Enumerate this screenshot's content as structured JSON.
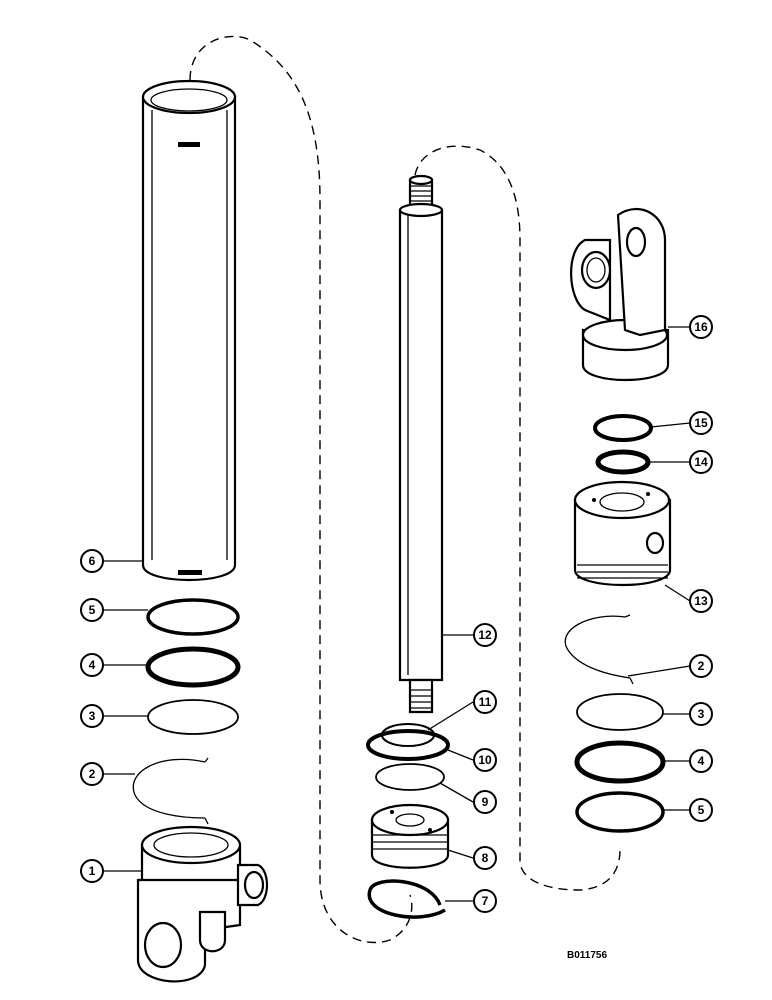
{
  "figure_code": "B011756",
  "callouts": [
    {
      "id": "c1",
      "label": "1"
    },
    {
      "id": "c2a",
      "label": "2"
    },
    {
      "id": "c3a",
      "label": "3"
    },
    {
      "id": "c4a",
      "label": "4"
    },
    {
      "id": "c5a",
      "label": "5"
    },
    {
      "id": "c6",
      "label": "6"
    },
    {
      "id": "c7",
      "label": "7"
    },
    {
      "id": "c8",
      "label": "8"
    },
    {
      "id": "c9",
      "label": "9"
    },
    {
      "id": "c10",
      "label": "10"
    },
    {
      "id": "c11",
      "label": "11"
    },
    {
      "id": "c12",
      "label": "12"
    },
    {
      "id": "c13",
      "label": "13"
    },
    {
      "id": "c14",
      "label": "14"
    },
    {
      "id": "c15",
      "label": "15"
    },
    {
      "id": "c16",
      "label": "16"
    },
    {
      "id": "c2b",
      "label": "2"
    },
    {
      "id": "c3b",
      "label": "3"
    },
    {
      "id": "c4b",
      "label": "4"
    },
    {
      "id": "c5b",
      "label": "5"
    }
  ]
}
